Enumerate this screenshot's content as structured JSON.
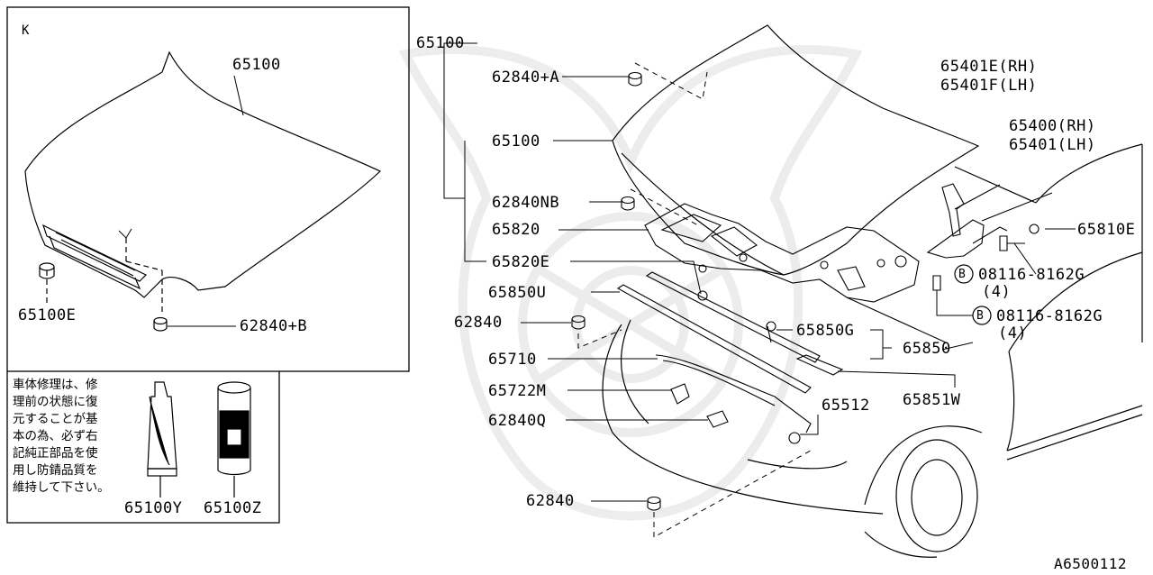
{
  "diagram_id": "A6500112",
  "view_letter": "K",
  "inset_labels": {
    "hood": "65100",
    "stopper_e": "65100E",
    "bumper_b": "62840+B",
    "touch_paint": "65100Y",
    "anti_rust": "65100Z"
  },
  "note_lines": [
    "車体修理は、修",
    "理前の状態に復",
    "元することが基",
    "本の為、必ず右",
    "記純正部品を使",
    "用し防錆品質を",
    "維持して下さい。"
  ],
  "main_labels": {
    "hood_assy": "65100",
    "hood_panel": "65100",
    "bumper_a": "62840+A",
    "bumper_nb": "62840NB",
    "insulator": "65820",
    "clip_e": "65820E",
    "seal_u": "65850U",
    "bumper": "62840",
    "stay": "65710",
    "clip_m": "65722M",
    "bumper_q": "62840Q",
    "seal_g": "65850G",
    "seal": "65850",
    "seal_w": "65851W",
    "cable": "65512",
    "bumper_lower": "62840",
    "hinge_e_rh": "65401E(RH)",
    "hinge_f_lh": "65401F(LH)",
    "hinge_rh": "65400(RH)",
    "hinge_lh": "65401(LH)",
    "bolt_e": "65810E",
    "bolt_upper": "08116-8162G",
    "bolt_upper_qty": "(4)",
    "bolt_lower": "08116-8162G",
    "bolt_lower_qty": "(4)",
    "circle_b": "B"
  }
}
